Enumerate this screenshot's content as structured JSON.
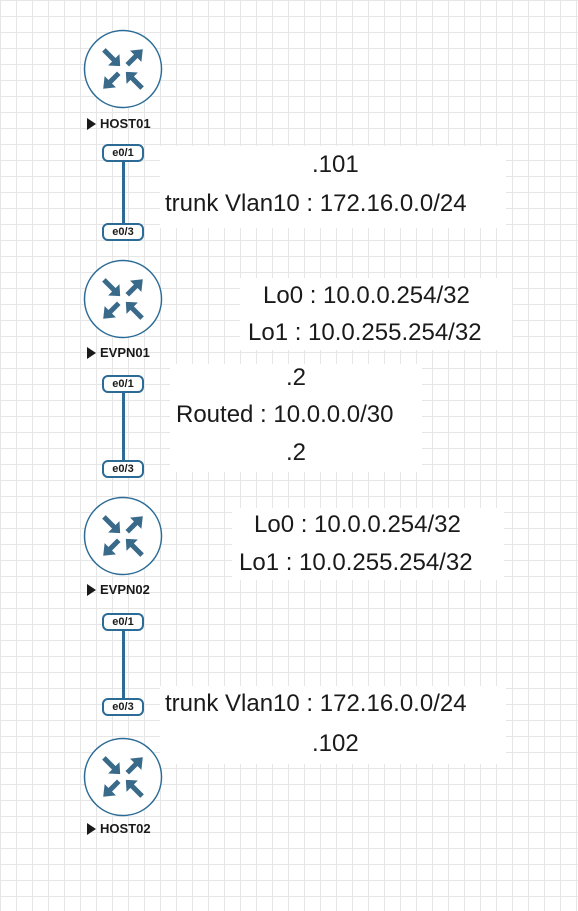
{
  "diagram": {
    "nodes": [
      {
        "id": "host01",
        "label": "HOST01",
        "icon": "router-icon"
      },
      {
        "id": "evpn01",
        "label": "EVPN01",
        "icon": "router-icon"
      },
      {
        "id": "evpn02",
        "label": "EVPN02",
        "icon": "router-icon"
      },
      {
        "id": "host02",
        "label": "HOST02",
        "icon": "router-icon"
      }
    ],
    "links": [
      {
        "from": "host01",
        "to": "evpn01",
        "from_port": "e0/1",
        "to_port": "e0/3"
      },
      {
        "from": "evpn01",
        "to": "evpn02",
        "from_port": "e0/1",
        "to_port": "e0/3"
      },
      {
        "from": "evpn02",
        "to": "host02",
        "from_port": "e0/1",
        "to_port": "e0/3"
      }
    ],
    "annotations": {
      "host01_ip": ".101",
      "trunk_top": "trunk Vlan10 : 172.16.0.0/24",
      "evpn01_lo0": "Lo0 : 10.0.0.254/32",
      "evpn01_lo1": "Lo1 : 10.0.255.254/32",
      "routed_top_ip": ".2",
      "routed_subnet": "Routed : 10.0.0.0/30",
      "routed_bottom_ip": ".2",
      "evpn02_lo0": "Lo0 : 10.0.0.254/32",
      "evpn02_lo1": "Lo1 : 10.0.255.254/32",
      "trunk_bottom": "trunk Vlan10 : 172.16.0.0/24",
      "host02_ip": ".102"
    },
    "colors": {
      "router_fill": "#ffffff",
      "router_stroke": "#2b6b96",
      "arrow": "#3a6a8a",
      "link": "#2b6b96",
      "grid": "#e6e6e6"
    }
  }
}
